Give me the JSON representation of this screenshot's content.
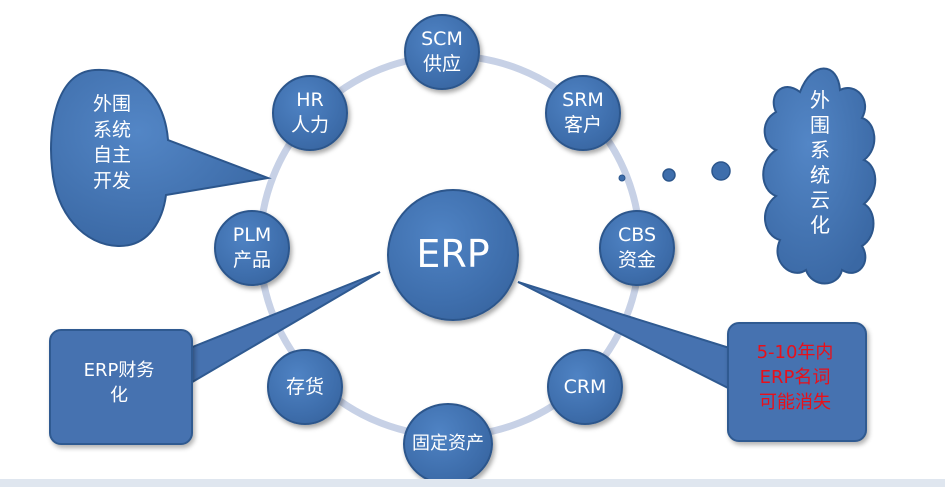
{
  "center": {
    "label": "ERP"
  },
  "nodes": [
    {
      "id": "scm",
      "line1": "SCM",
      "line2": "供应"
    },
    {
      "id": "srm",
      "line1": "SRM",
      "line2": "客户"
    },
    {
      "id": "cbs",
      "line1": "CBS",
      "line2": "资金"
    },
    {
      "id": "crm",
      "line1": "CRM",
      "line2": ""
    },
    {
      "id": "fixed_assets",
      "line1": "固定资产",
      "line2": ""
    },
    {
      "id": "inventory",
      "line1": "存货",
      "line2": ""
    },
    {
      "id": "plm",
      "line1": "PLM",
      "line2": "产品"
    },
    {
      "id": "hr",
      "line1": "HR",
      "line2": "人力"
    }
  ],
  "callouts": {
    "self_dev": {
      "lines": [
        "外围",
        "系统",
        "自主",
        "开发"
      ]
    },
    "cloud": {
      "chars": [
        "外",
        "围",
        "系",
        "统",
        "云",
        "化"
      ]
    },
    "finance": {
      "lines": [
        "ERP财务",
        "化"
      ]
    },
    "vanish": {
      "lines": [
        "5-10年内",
        "ERP名词",
        "可能消失"
      ]
    }
  },
  "colors": {
    "node_fill": "#3e6eac",
    "ring": "#c7d1e6",
    "callout_fill": "#4672b0",
    "warning_text": "#e8101a",
    "text": "#ffffff"
  }
}
